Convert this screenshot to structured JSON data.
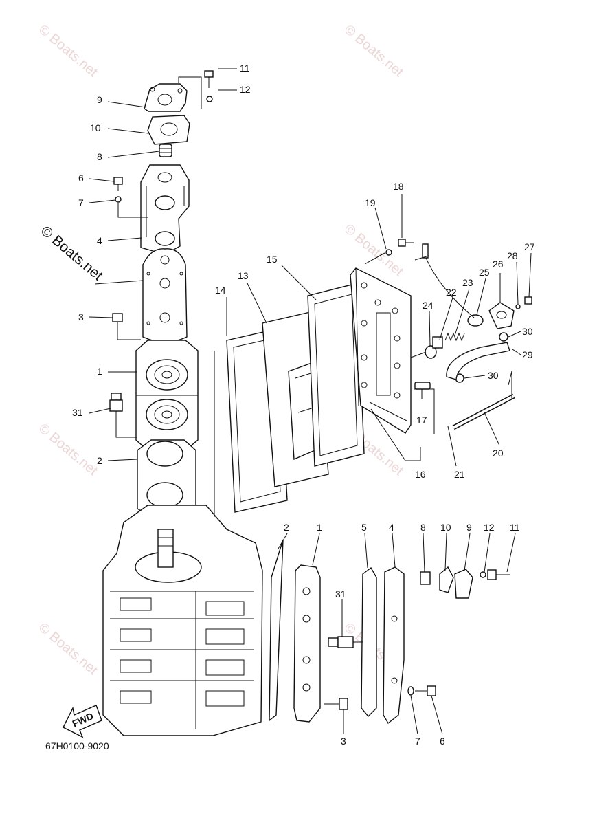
{
  "drawing_code": "67H0100-9020",
  "fwd_label": "FWD",
  "watermark_text": "© Boats.net",
  "callouts_exploded": [
    "11",
    "12",
    "9",
    "10",
    "8",
    "6",
    "7",
    "4",
    "3",
    "1",
    "31",
    "2",
    "14",
    "13",
    "15",
    "18",
    "19",
    "22",
    "23",
    "24",
    "25",
    "26",
    "27",
    "28",
    "30",
    "29",
    "30",
    "17",
    "20",
    "16",
    "21"
  ],
  "callouts_side": [
    "2",
    "1",
    "5",
    "4",
    "8",
    "10",
    "9",
    "12",
    "11",
    "31",
    "3",
    "7",
    "6"
  ],
  "colors": {
    "line": "#111111",
    "watermark": "#e6c9c9",
    "background": "#ffffff"
  }
}
